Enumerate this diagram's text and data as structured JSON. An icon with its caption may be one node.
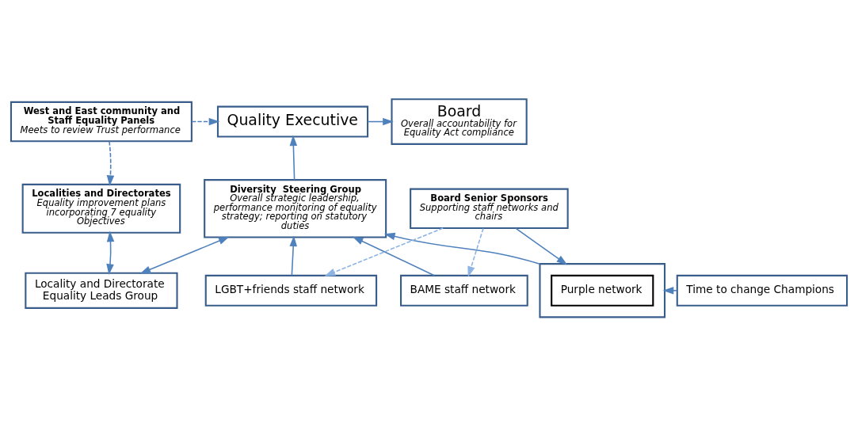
{
  "diagram": {
    "nodes": [
      {
        "text": [
          "West and East community and Staff Equality Panels",
          "Meets to review Trust performance"
        ]
      },
      {
        "text": [
          "Quality Executive"
        ]
      },
      {
        "text": [
          "Board",
          "Overall accountability for Equality Act compliance"
        ]
      },
      {
        "text": [
          "Localities and Directorates",
          "Equality improvement plans incorporating 7 equality Objectives"
        ]
      },
      {
        "text": [
          "Diversity  Steering Group",
          "Overall strategic leadership, performance monitoring of equality strategy; reporting on statutory duties"
        ]
      },
      {
        "text": [
          "Board Senior Sponsors",
          "Supporting staff networks and chairs"
        ]
      },
      {
        "text": [
          "Locality and Directorate Equality Leads Group"
        ]
      },
      {
        "text": [
          "LGBT+friends staff network"
        ]
      },
      {
        "text": [
          "BAME staff network"
        ]
      },
      {
        "text": [],
        "shape": "box"
      },
      {
        "text": [
          "Purple network"
        ],
        "in": 9
      },
      {
        "text": [
          "Time to change Champions"
        ]
      }
    ],
    "edges": [
      {
        "from": 0,
        "to": 1,
        "arrow": "to",
        "style": "dashed"
      },
      {
        "from": 1,
        "to": 2,
        "arrow": "to"
      },
      {
        "from": 0,
        "to": 3,
        "arrow": "to",
        "style": "dashed"
      },
      {
        "from": 4,
        "to": 1,
        "arrow": "to"
      },
      {
        "from": 3,
        "to": 6,
        "arrow": "both"
      },
      {
        "from": 4,
        "to": 6,
        "arrow": "both"
      },
      {
        "from": 7,
        "to": 4,
        "arrow": "to"
      },
      {
        "from": 8,
        "to": 4,
        "arrow": "to"
      },
      {
        "from": 9,
        "to": 4,
        "arrow": "to"
      },
      {
        "from": 5,
        "to": 7,
        "arrow": "to",
        "style": "dashed",
        "color": "#8eb4e3"
      },
      {
        "from": 5,
        "to": 8,
        "arrow": "to",
        "style": "dashed",
        "color": "#8eb4e3"
      },
      {
        "from": 5,
        "to": 9,
        "arrow": "to"
      },
      {
        "from": 11,
        "to": 9,
        "arrow": "to"
      }
    ]
  }
}
